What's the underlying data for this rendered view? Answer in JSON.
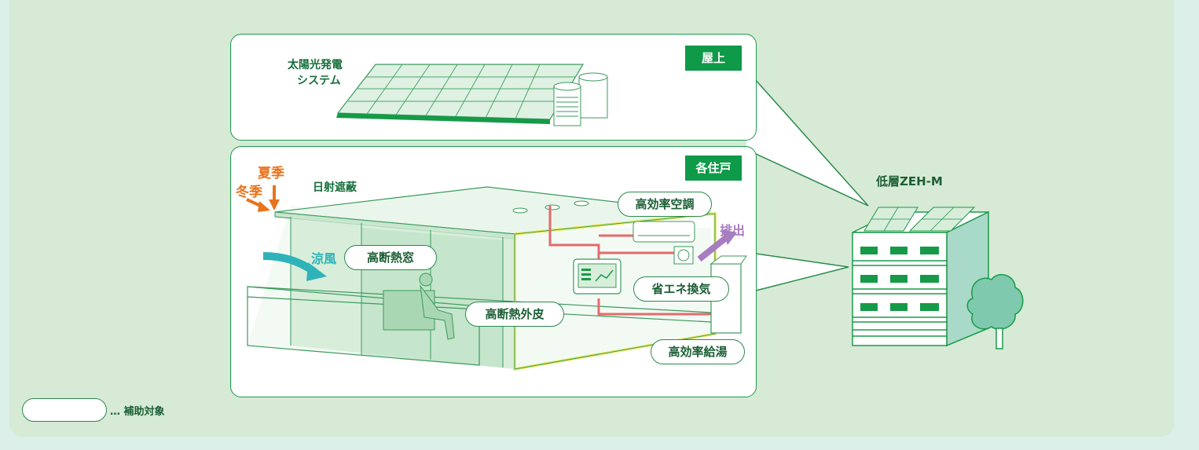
{
  "labels": {
    "solar": [
      "太陽光発電",
      "システム"
    ],
    "rooftop_tag": "屋上",
    "unit_tag": "各住戸",
    "shading": "日射遮蔽",
    "summer": "夏季",
    "winter": "冬季",
    "cool_breeze": "涼風",
    "exhaust": "排出",
    "building": "低層ZEH-M"
  },
  "subsidy_items": {
    "window": "高断熱窓",
    "envelope": "高断熱外皮",
    "aircon": "高効率空調",
    "ventilation": "省エネ換気",
    "water_heater": "高効率給湯"
  },
  "legend": {
    "text": "… 補助対象"
  },
  "colors": {
    "green": "#0e9a48",
    "orange": "#e8731c",
    "teal": "#2fb3b8",
    "purple": "#a77cc0",
    "red_pipe": "#e46b6b",
    "insulation": "#ecec62"
  }
}
